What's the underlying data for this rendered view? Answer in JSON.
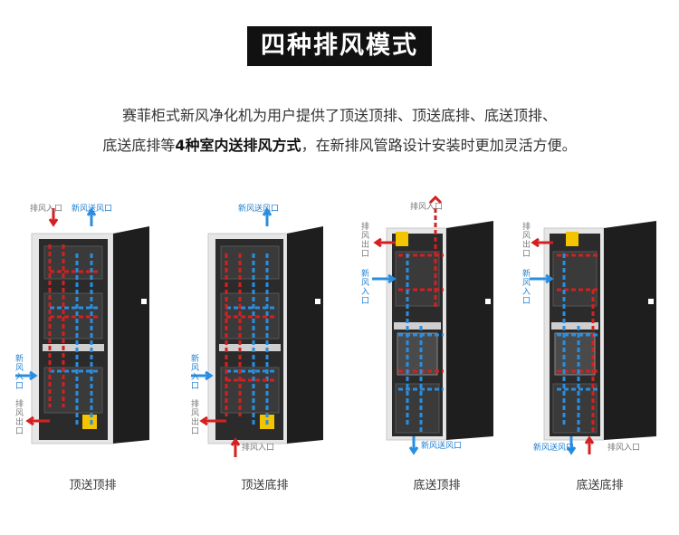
{
  "title": "四种排风模式",
  "intro": {
    "line1": "赛菲柜式新风净化机为用户提供了顶送顶排、顶送底排、底送顶排、",
    "line2_pre": "底送底排等",
    "line2_bold": "4种室内送排风方式",
    "line2_post": "，在新排风管路设计安装时更加灵活方便。"
  },
  "panels": [
    {
      "caption": "顶送顶排",
      "labels": {
        "exhaust_in": "排风入口",
        "fresh_out": "新风送风口",
        "fresh_in": "新风入口",
        "exhaust_out": "排风出口"
      }
    },
    {
      "caption": "顶送底排",
      "labels": {
        "fresh_out": "新风送风口",
        "fresh_in": "新风入口",
        "exhaust_out": "排风出口",
        "exhaust_in": "排风入口"
      }
    },
    {
      "caption": "底送顶排",
      "labels": {
        "exhaust_in": "排风入口",
        "exhaust_out": "排风出口",
        "fresh_in": "新风入口",
        "fresh_out": "新风送风口"
      }
    },
    {
      "caption": "底送底排",
      "labels": {
        "exhaust_out": "排风出口",
        "fresh_in": "新风入口",
        "fresh_out": "新风送风口",
        "exhaust_in": "排风入口"
      }
    }
  ],
  "colors": {
    "fresh": "#2a8ee0",
    "exhaust": "#d42020",
    "cabinet": "#2a2a2a",
    "frame": "#dcdcdc",
    "title_bg": "#111111"
  }
}
